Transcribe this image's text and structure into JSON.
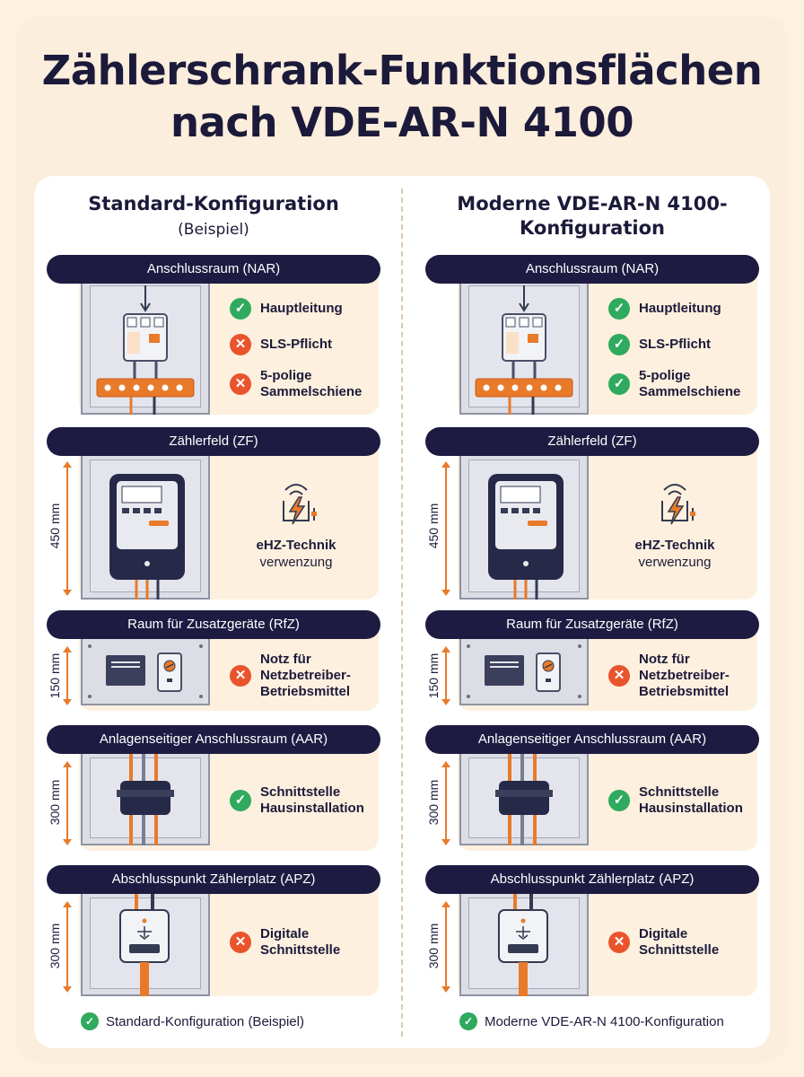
{
  "title_line1": "Zählerschrank-Funktionsflächen",
  "title_line2": "nach VDE-AR-N 4100",
  "colors": {
    "navy": "#1e1b42",
    "orange": "#e87a2a",
    "ok": "#2faa5e",
    "no": "#e9542c",
    "panel": "#fdf0de"
  },
  "columns": [
    {
      "title": "Standard-Konfiguration",
      "subtitle": "(Beispiel)",
      "sections": {
        "nar": {
          "label": "Anschlussraum (NAR)",
          "items": [
            {
              "text": "Hauptleitung",
              "status": "ok"
            },
            {
              "text": "SLS-Pflicht",
              "status": "no"
            },
            {
              "text": "5-polige Sammelschiene",
              "status": "no"
            }
          ]
        },
        "zf": {
          "label": "Zählerfeld (ZF)",
          "dimension": "450 mm",
          "line1": "eHZ-Technik",
          "line2": "verwenzung",
          "icon": "lightning-wireless-icon"
        },
        "rfz": {
          "label": "Raum für Zusatzgeräte (RfZ)",
          "dimension": "150 mm",
          "items": [
            {
              "text": "Notz für Netzbetreiber-Betriebsmittel",
              "status": "no"
            }
          ]
        },
        "aar": {
          "label": "Anlagenseitiger Anschlussraum (AAR)",
          "dimension": "300 mm",
          "items": [
            {
              "text": "Schnittstelle Hausinstallation",
              "status": "ok"
            }
          ]
        },
        "apz": {
          "label": "Abschlusspunkt Zählerplatz (APZ)",
          "dimension": "300 mm",
          "items": [
            {
              "text": "Digitale Schnittstelle",
              "status": "no"
            }
          ]
        }
      },
      "legend": "Standard-Konfiguration (Beispiel)"
    },
    {
      "title": "Moderne VDE-AR-N 4100-",
      "subtitle": "Konfiguration",
      "sections": {
        "nar": {
          "label": "Anschlussraum (NAR)",
          "items": [
            {
              "text": "Hauptleitung",
              "status": "ok"
            },
            {
              "text": "SLS-Pflicht",
              "status": "ok"
            },
            {
              "text": "5-polige Sammelschiene",
              "status": "ok"
            }
          ]
        },
        "zf": {
          "label": "Zählerfeld (ZF)",
          "dimension": "450 mm",
          "line1": "eHZ-Technik",
          "line2": "verwenzung",
          "icon": "lightning-wireless-icon"
        },
        "rfz": {
          "label": "Raum für Zusatzgeräte (RfZ)",
          "dimension": "150 mm",
          "items": [
            {
              "text": "Notz für Netzbetreiber-Betriebsmittel",
              "status": "no"
            }
          ]
        },
        "aar": {
          "label": "Anlagenseitiger Anschlussraum (AAR)",
          "dimension": "300 mm",
          "items": [
            {
              "text": "Schnittstelle Hausinstallation",
              "status": "ok"
            }
          ]
        },
        "apz": {
          "label": "Abschlusspunkt Zählerplatz (APZ)",
          "dimension": "300 mm",
          "items": [
            {
              "text": "Digitale Schnittstelle",
              "status": "no"
            }
          ]
        }
      },
      "legend": "Moderne VDE-AR-N 4100-Konfiguration"
    }
  ]
}
